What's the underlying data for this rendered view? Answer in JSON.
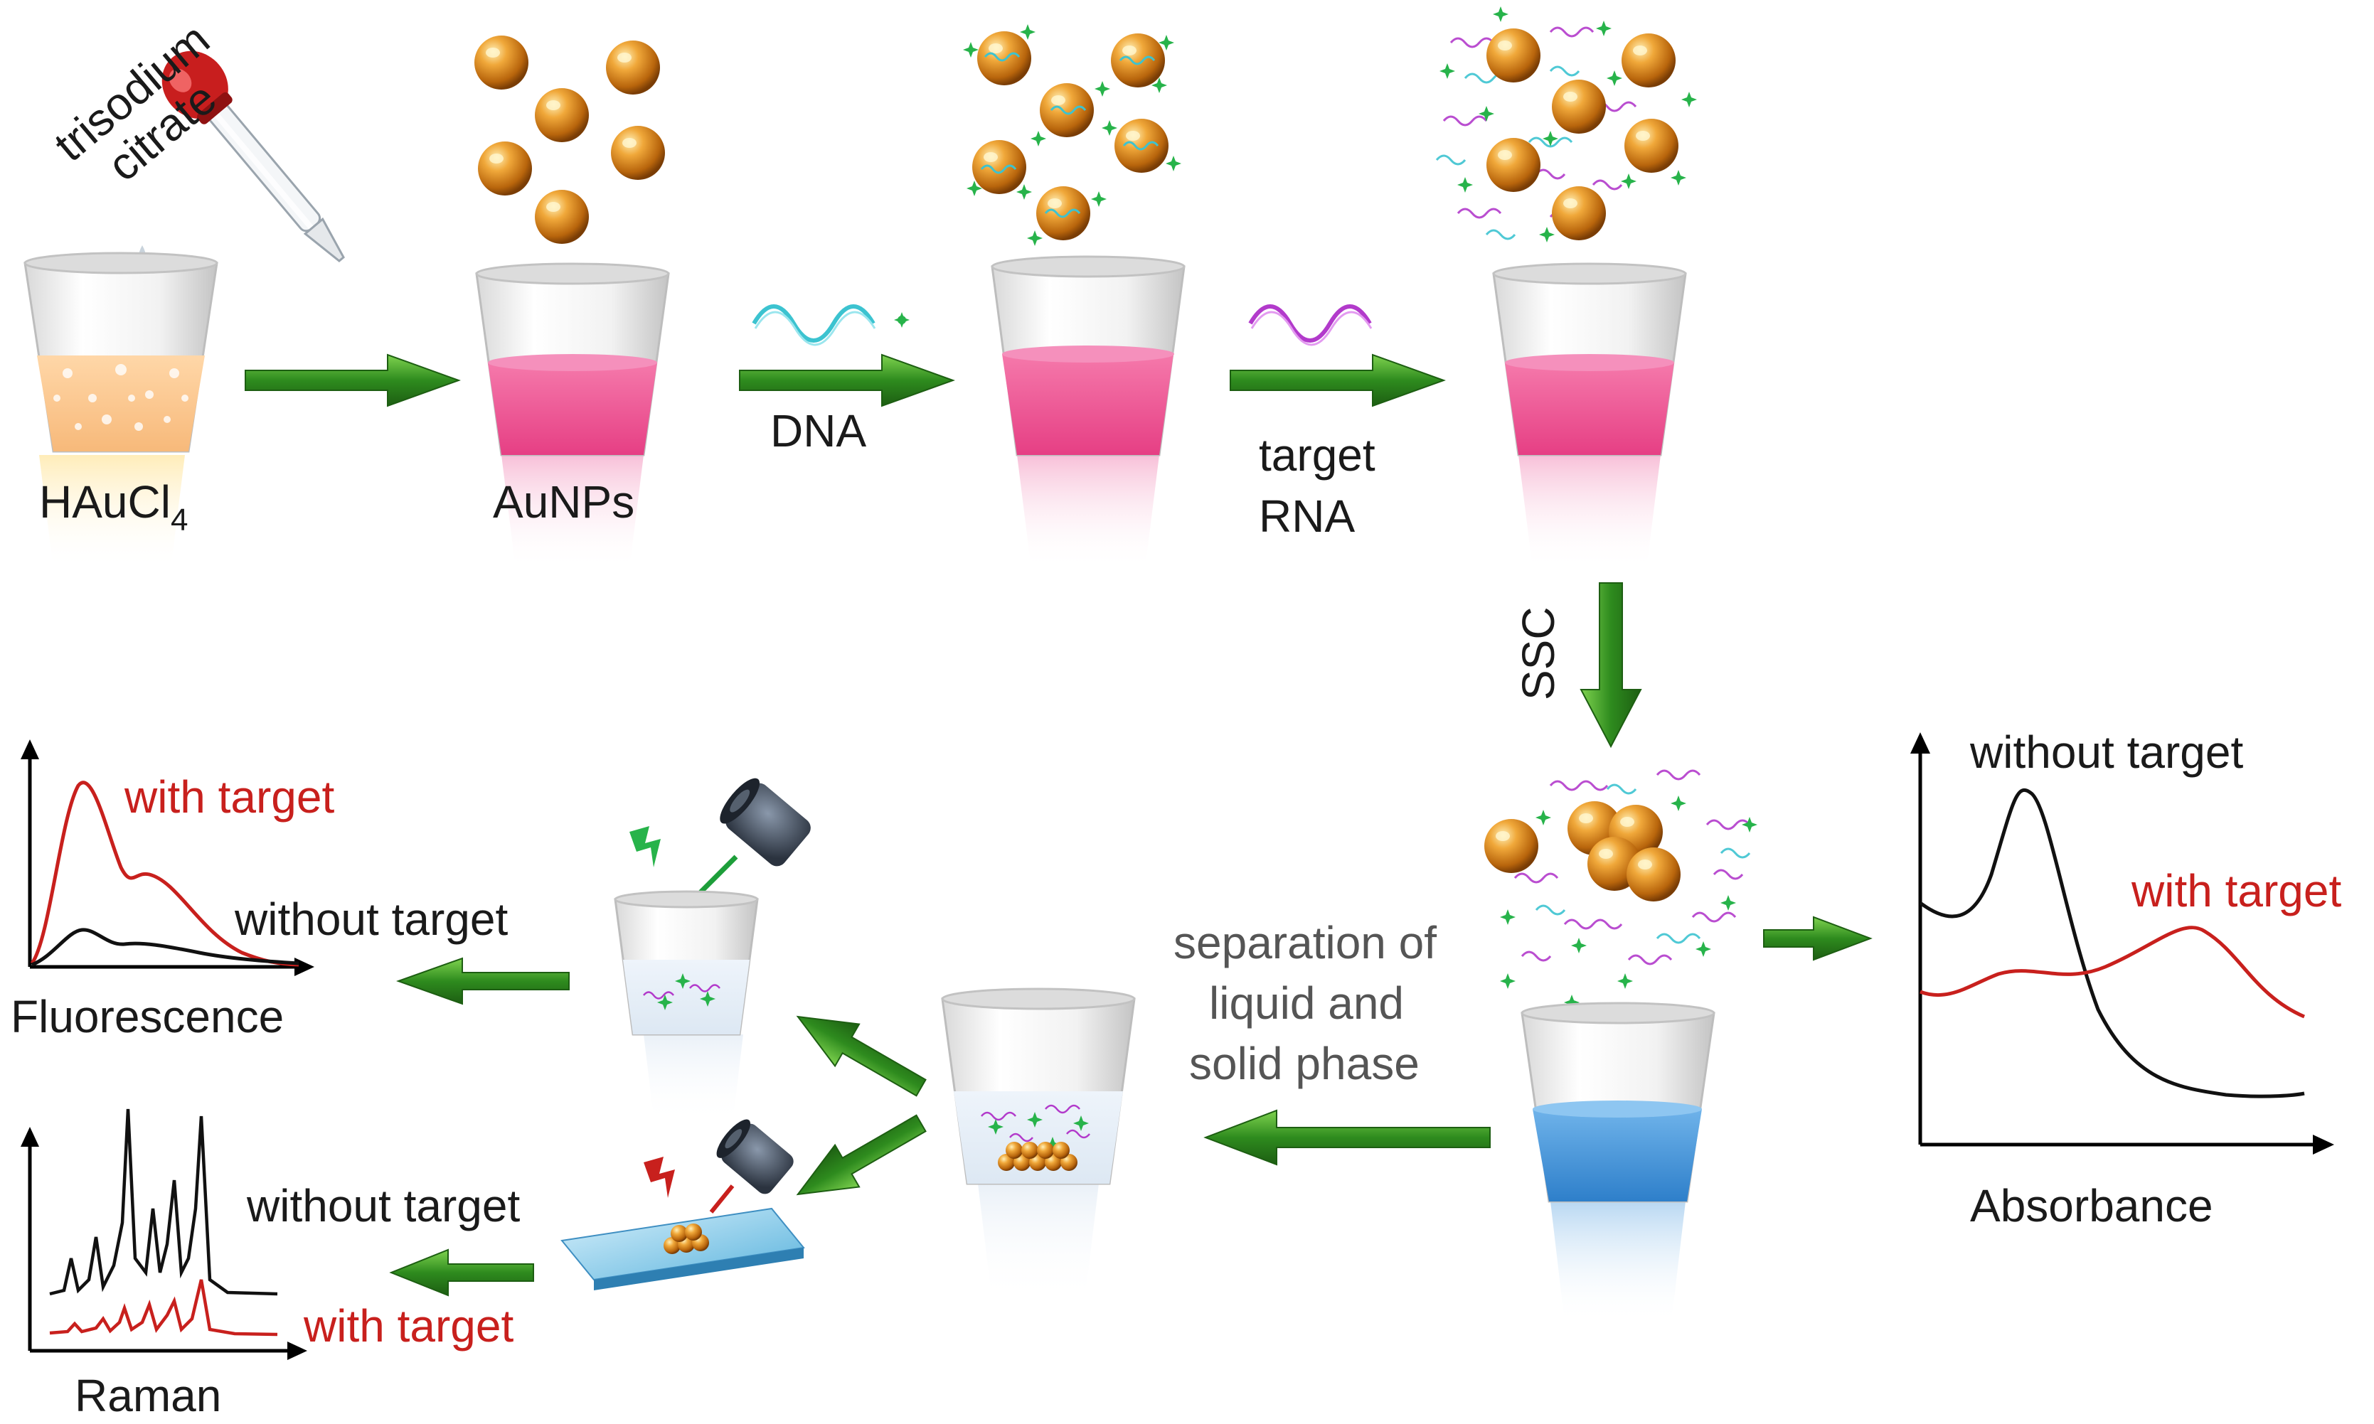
{
  "labels": {
    "reagent_line1": "trisodium",
    "reagent_line2": "citrate",
    "precursor_main": "HAuCl",
    "precursor_sub": "4",
    "nanoparticles": "AuNPs",
    "dna": "DNA",
    "target_line1": "target",
    "target_line2": "RNA",
    "buffer": "SSC",
    "separation_line1": "separation of",
    "separation_line2": "liquid and",
    "separation_line3": "solid phase"
  },
  "absorbance_plot": {
    "xlabel": "Absorbance",
    "without_label": "without target",
    "with_label": "with target"
  },
  "fluorescence_plot": {
    "xlabel": "Fluorescence",
    "with_label": "with target",
    "without_label": "without target"
  },
  "raman_plot": {
    "xlabel": "Raman",
    "without_label": "without target",
    "with_label": "with target"
  },
  "colors": {
    "arrow_green": "#2e8b1e",
    "gold": "#d98a1a",
    "pink_liquid": "#ee4d8f",
    "blue_liquid": "#3f8fd6",
    "dna_cyan": "#3cc3d0",
    "rna_magenta": "#b23acb",
    "with_target_red": "#c8201d",
    "without_target_black": "#111111"
  }
}
